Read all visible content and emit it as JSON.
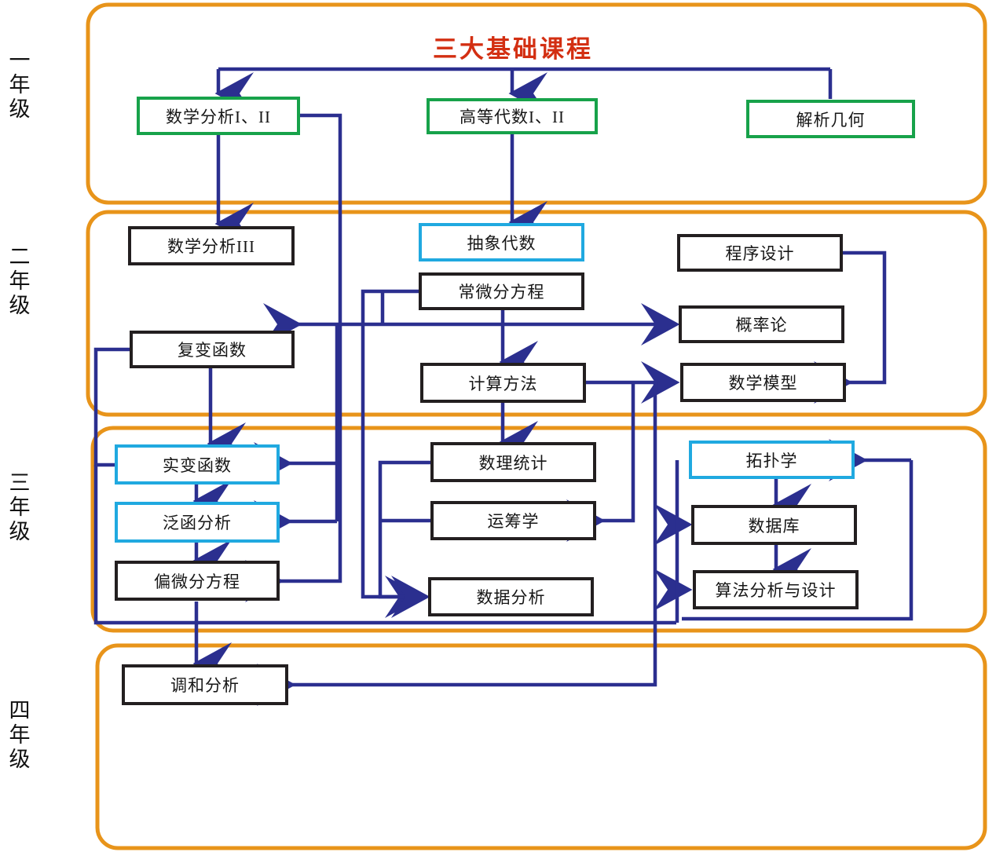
{
  "title": "三大基础课程",
  "colors": {
    "title": "#d32f12",
    "frame": "#e8941a",
    "connector": "#2b2f8f",
    "node_green": "#17a24a",
    "node_dark": "#231f20",
    "node_cyan": "#20a9e0"
  },
  "year_labels": [
    {
      "id": "year-1",
      "text": "一年级"
    },
    {
      "id": "year-2",
      "text": "二年级"
    },
    {
      "id": "year-3",
      "text": "三年级"
    },
    {
      "id": "year-4",
      "text": "四年级"
    }
  ],
  "courses": {
    "math_analysis_12": "数学分析I、II",
    "higher_algebra_12": "高等代数I、II",
    "analytic_geometry": "解析几何",
    "math_analysis_3": "数学分析III",
    "abstract_algebra": "抽象代数",
    "ode": "常微分方程",
    "programming": "程序设计",
    "complex_analysis": "复变函数",
    "probability": "概率论",
    "numerical_methods": "计算方法",
    "math_modeling": "数学模型",
    "real_analysis": "实变函数",
    "math_statistics": "数理统计",
    "topology": "拓扑学",
    "functional_analysis": "泛函分析",
    "operations_research": "运筹学",
    "database": "数据库",
    "pde": "偏微分方程",
    "data_analysis": "数据分析",
    "algorithm_design": "算法分析与设计",
    "harmonic_analysis": "调和分析"
  },
  "chart_data": {
    "type": "diagram",
    "title": "三大基础课程",
    "grade_bands": [
      "一年级",
      "二年级",
      "三年级",
      "四年级"
    ],
    "node_styles": {
      "green": "foundation course (year 1)",
      "cyan": "highlighted core course",
      "dark": "regular course"
    },
    "nodes": [
      {
        "id": "math_analysis_12",
        "label": "数学分析I、II",
        "grade": "一年级",
        "style": "green"
      },
      {
        "id": "higher_algebra_12",
        "label": "高等代数I、II",
        "grade": "一年级",
        "style": "green"
      },
      {
        "id": "analytic_geometry",
        "label": "解析几何",
        "grade": "一年级",
        "style": "green"
      },
      {
        "id": "math_analysis_3",
        "label": "数学分析III",
        "grade": "二年级",
        "style": "dark"
      },
      {
        "id": "abstract_algebra",
        "label": "抽象代数",
        "grade": "二年级",
        "style": "cyan"
      },
      {
        "id": "ode",
        "label": "常微分方程",
        "grade": "二年级",
        "style": "dark"
      },
      {
        "id": "programming",
        "label": "程序设计",
        "grade": "二年级",
        "style": "dark"
      },
      {
        "id": "complex_analysis",
        "label": "复变函数",
        "grade": "二年级",
        "style": "dark"
      },
      {
        "id": "probability",
        "label": "概率论",
        "grade": "二年级",
        "style": "dark"
      },
      {
        "id": "numerical_methods",
        "label": "计算方法",
        "grade": "二年级",
        "style": "dark"
      },
      {
        "id": "math_modeling",
        "label": "数学模型",
        "grade": "二年级",
        "style": "dark"
      },
      {
        "id": "real_analysis",
        "label": "实变函数",
        "grade": "三年级",
        "style": "cyan"
      },
      {
        "id": "math_statistics",
        "label": "数理统计",
        "grade": "三年级",
        "style": "dark"
      },
      {
        "id": "topology",
        "label": "拓扑学",
        "grade": "三年级",
        "style": "cyan"
      },
      {
        "id": "functional_analysis",
        "label": "泛函分析",
        "grade": "三年级",
        "style": "cyan"
      },
      {
        "id": "operations_research",
        "label": "运筹学",
        "grade": "三年级",
        "style": "dark"
      },
      {
        "id": "database",
        "label": "数据库",
        "grade": "三年级",
        "style": "dark"
      },
      {
        "id": "pde",
        "label": "偏微分方程",
        "grade": "三年级",
        "style": "dark"
      },
      {
        "id": "data_analysis",
        "label": "数据分析",
        "grade": "三年级",
        "style": "dark"
      },
      {
        "id": "algorithm_design",
        "label": "算法分析与设计",
        "grade": "三年级",
        "style": "dark"
      },
      {
        "id": "harmonic_analysis",
        "label": "调和分析",
        "grade": "四年级",
        "style": "dark"
      }
    ],
    "edges": [
      {
        "from": "title",
        "to": "math_analysis_12"
      },
      {
        "from": "title",
        "to": "higher_algebra_12"
      },
      {
        "from": "title",
        "to": "analytic_geometry"
      },
      {
        "from": "math_analysis_12",
        "to": "math_analysis_3"
      },
      {
        "from": "math_analysis_12",
        "to": "pde"
      },
      {
        "from": "higher_algebra_12",
        "to": "abstract_algebra"
      },
      {
        "from": "ode",
        "to": "numerical_methods"
      },
      {
        "from": "ode",
        "to": "complex_analysis"
      },
      {
        "from": "ode",
        "to": "probability"
      },
      {
        "from": "ode",
        "to": "real_analysis"
      },
      {
        "from": "ode",
        "to": "functional_analysis"
      },
      {
        "from": "programming",
        "to": "math_modeling"
      },
      {
        "from": "complex_analysis",
        "to": "real_analysis"
      },
      {
        "from": "numerical_methods",
        "to": "math_modeling"
      },
      {
        "from": "numerical_methods",
        "to": "math_statistics"
      },
      {
        "from": "numerical_methods",
        "to": "operations_research"
      },
      {
        "from": "real_analysis",
        "to": "functional_analysis"
      },
      {
        "from": "functional_analysis",
        "to": "pde"
      },
      {
        "from": "math_statistics",
        "to": "data_analysis"
      },
      {
        "from": "operations_research",
        "to": "data_analysis"
      },
      {
        "from": "topology",
        "to": "database"
      },
      {
        "from": "database",
        "to": "algorithm_design"
      },
      {
        "from": "algorithm_design",
        "to": "topology"
      },
      {
        "from": "pde",
        "to": "harmonic_analysis"
      },
      {
        "from": "math_modeling",
        "to": "harmonic_analysis"
      },
      {
        "from": "complex_analysis",
        "to": "database"
      },
      {
        "from": "complex_analysis",
        "to": "algorithm_design"
      }
    ]
  }
}
